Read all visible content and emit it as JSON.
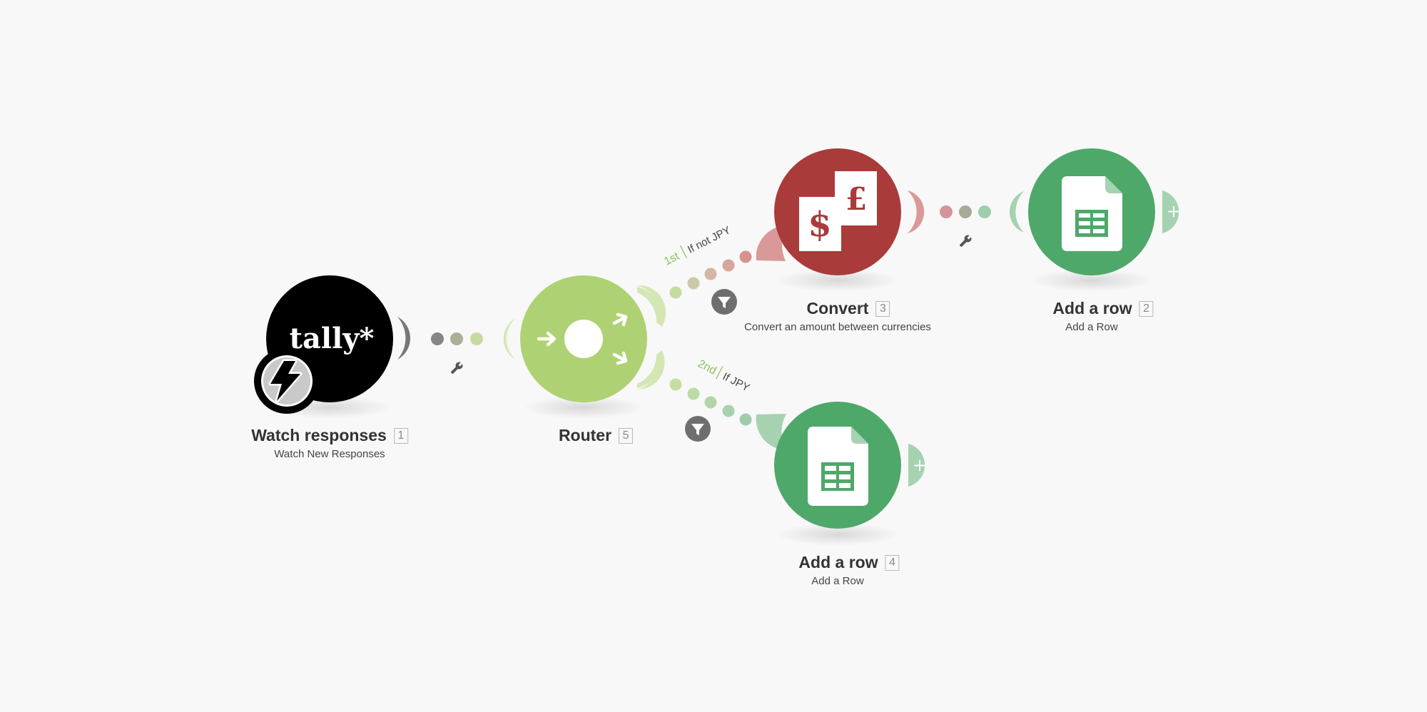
{
  "modules": {
    "tally": {
      "title": "Watch responses",
      "index": "1",
      "subtitle": "Watch New Responses",
      "logo_text": "tally*",
      "color": "#000000",
      "icon": "tally-logo-icon"
    },
    "router": {
      "title": "Router",
      "index": "5",
      "subtitle": "",
      "color": "#aed273",
      "icon": "router-icon"
    },
    "convert": {
      "title": "Convert",
      "index": "3",
      "subtitle": "Convert an amount between currencies",
      "color": "#a93b3b",
      "icon": "currency-convert-icon"
    },
    "sheets_top": {
      "title": "Add a row",
      "index": "2",
      "subtitle": "Add a Row",
      "color": "#4ea86a",
      "icon": "google-sheets-icon"
    },
    "sheets_bottom": {
      "title": "Add a row",
      "index": "4",
      "subtitle": "Add a Row",
      "color": "#4ea86a",
      "icon": "google-sheets-icon"
    }
  },
  "routes": {
    "first": {
      "order": "1st",
      "condition": "If not JPY"
    },
    "second": {
      "order": "2nd",
      "condition": "If JPY"
    }
  }
}
